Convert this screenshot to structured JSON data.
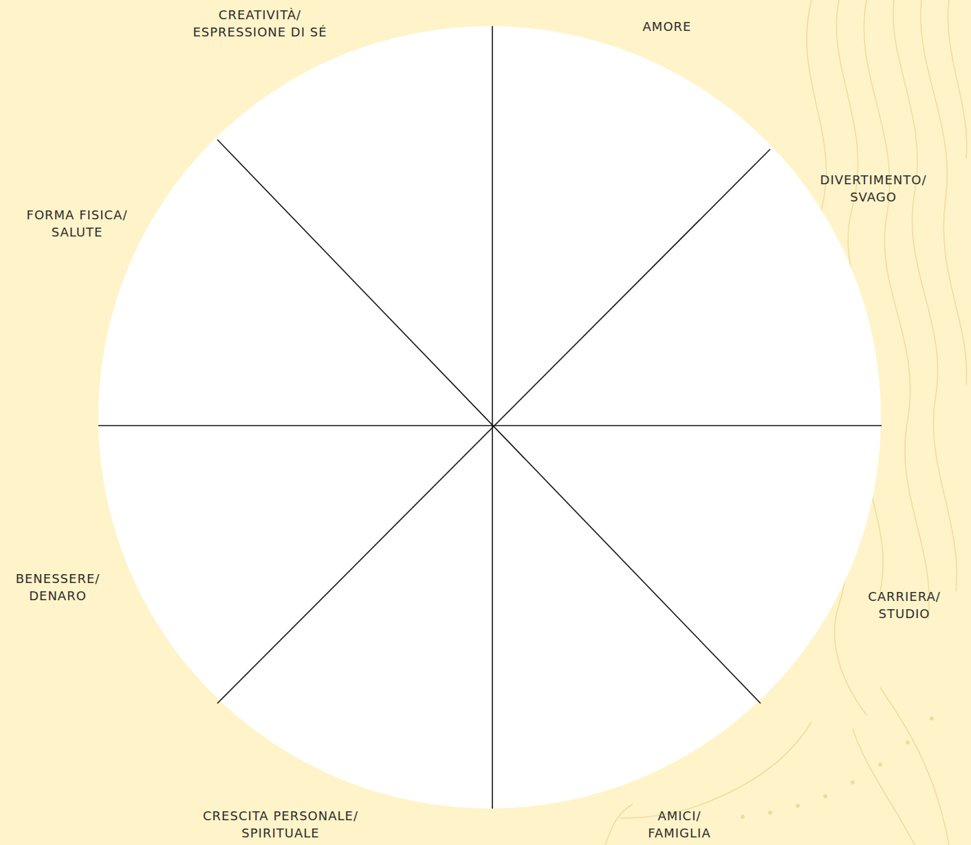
{
  "diagram": {
    "labels": [
      "CREATIVITÀ/ ESPRESSIONE DI SÉ",
      "AMORE",
      "DIVERTIMENTO/ SVAGO",
      "FORMA FISICA/ SALUTE",
      "BENESSERE/ DENARO",
      "CARRIERA/ STUDIO",
      "CRESCITA PERSONALE/ SPIRITUALE",
      "AMICI/ FAMIGLIA"
    ]
  }
}
